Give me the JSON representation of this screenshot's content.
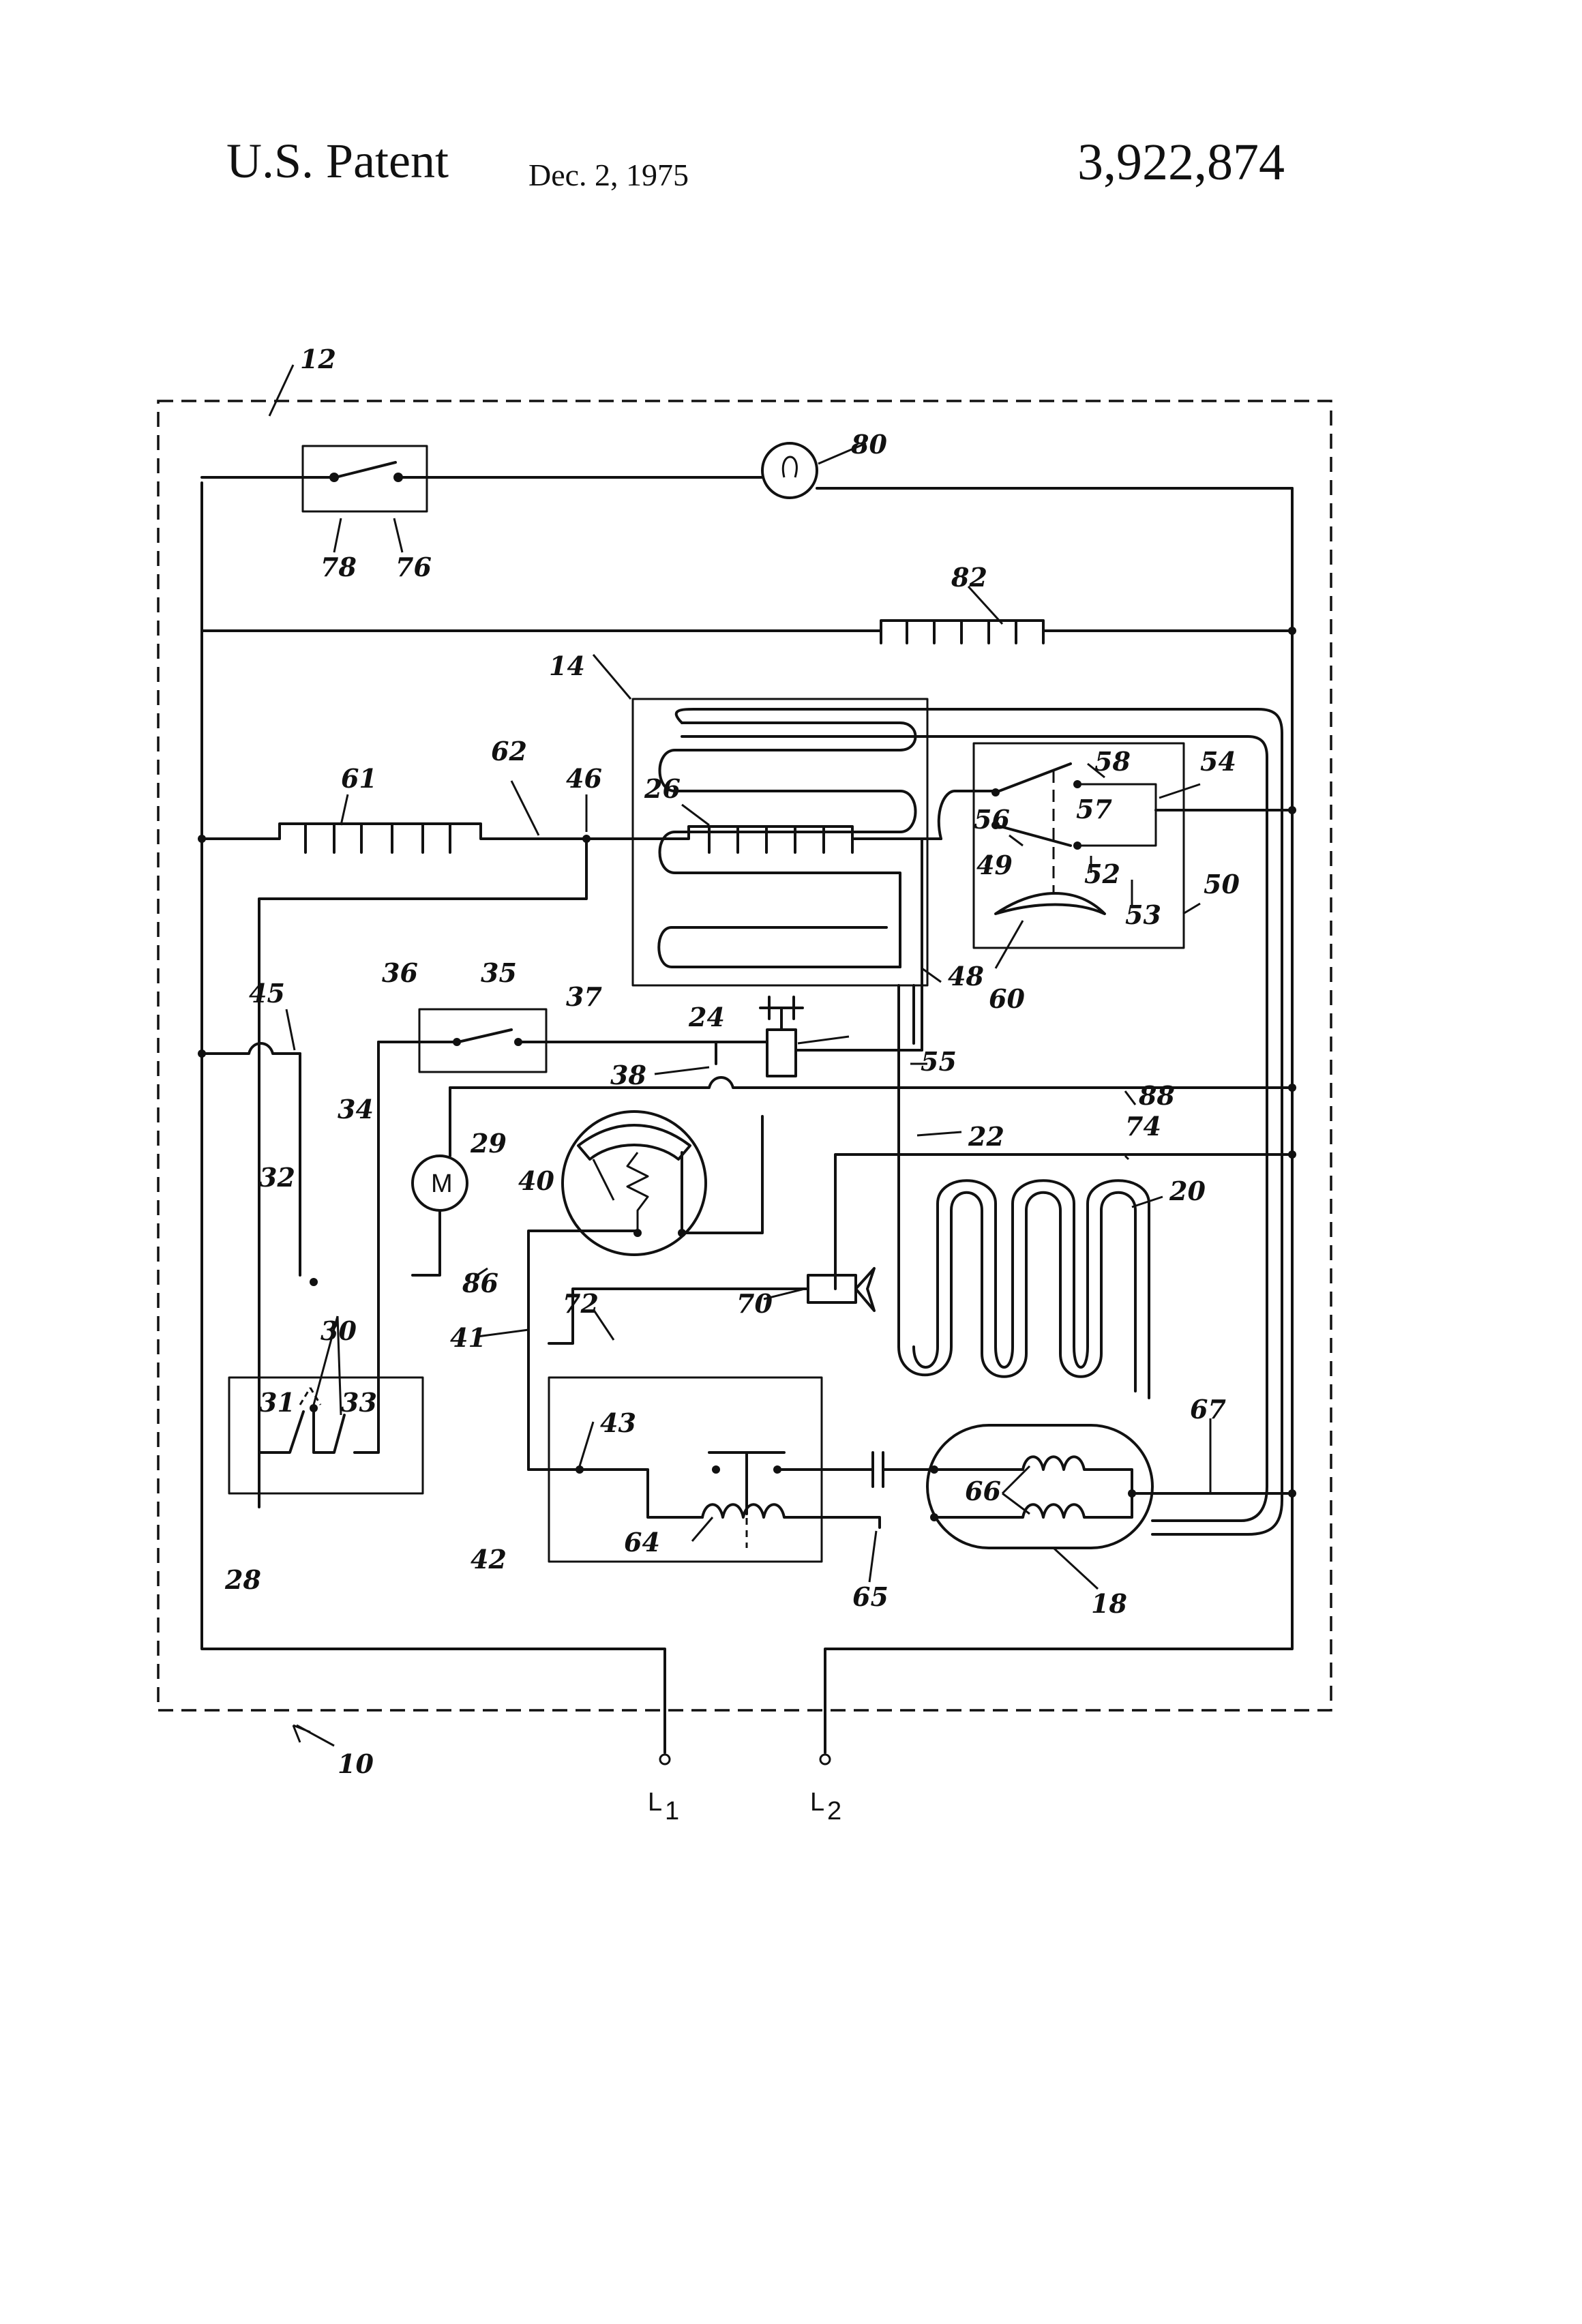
{
  "header": {
    "title": "U.S. Patent",
    "date": "Dec. 2, 1975",
    "patent_number": "3,922,874"
  },
  "labels": {
    "l10": "10",
    "l12": "12",
    "l14": "14",
    "l18": "18",
    "l20": "20",
    "l22": "22",
    "l24": "24",
    "l26": "26",
    "l28": "28",
    "l29": "29",
    "l30": "30",
    "l31": "31",
    "l32": "32",
    "l33": "33",
    "l34": "34",
    "l35": "35",
    "l36": "36",
    "l37": "37",
    "l38": "38",
    "l40": "40",
    "l41": "41",
    "l42": "42",
    "l43": "43",
    "l45": "45",
    "l46": "46",
    "l48": "48",
    "l49": "49",
    "l50": "50",
    "l52": "52",
    "l53": "53",
    "l54": "54",
    "l55": "55",
    "l56": "56",
    "l57": "57",
    "l58": "58",
    "l60": "60",
    "l61": "61",
    "l62": "62",
    "l64": "64",
    "l65": "65",
    "l66": "66",
    "l67": "67",
    "l70": "70",
    "l72": "72",
    "l74": "74",
    "l76": "76",
    "l78": "78",
    "l80": "80",
    "l82": "82",
    "l86": "86",
    "l88": "88"
  },
  "terminals": {
    "L1": "L",
    "L1_sub": "1",
    "L2": "L",
    "L2_sub": "2"
  },
  "symbols": {
    "motor": "M"
  }
}
